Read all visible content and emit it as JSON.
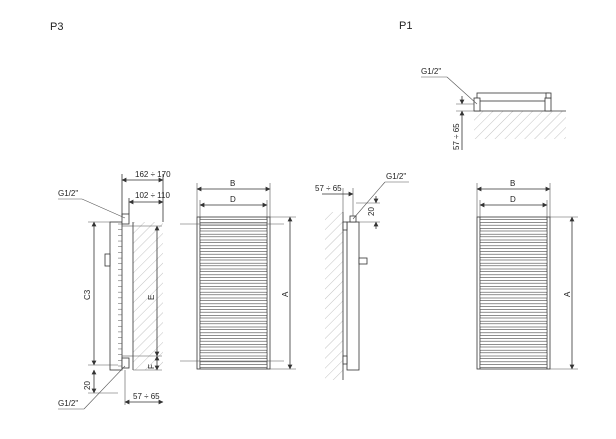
{
  "views": {
    "p3": {
      "title": "P3",
      "g_top": "G1/2\"",
      "g_bottom": "G1/2\"",
      "dim_162_170": "162 ÷ 170",
      "dim_102_110": "102 ÷ 110",
      "dim_c3": "C3",
      "dim_e": "E",
      "dim_f": "F",
      "dim_20": "20",
      "dim_57_65": "57 ÷ 65"
    },
    "front_left": {
      "dim_b": "B",
      "dim_d": "D",
      "dim_a": "A"
    },
    "side_mid": {
      "dim_57_65": "57 ÷ 65",
      "g": "G1/2\"",
      "dim_20": "20"
    },
    "p1": {
      "title": "P1",
      "g": "G1/2\"",
      "dim_57_65": "57 ÷ 65"
    },
    "front_right": {
      "dim_b": "B",
      "dim_d": "D",
      "dim_a": "A"
    }
  }
}
